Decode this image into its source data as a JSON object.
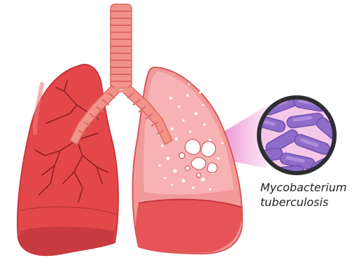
{
  "illustration": {
    "subject": "lungs-with-tuberculosis",
    "label_line1": "Mycobacterium",
    "label_line2": "tuberculosis",
    "colors": {
      "lung_main": "#e4474a",
      "lung_light": "#f08f8d",
      "lung_dark": "#b93136",
      "trachea": "#f2938a",
      "trachea_ring": "#d9685e",
      "infected_lung": "#f6a7a8",
      "callout": "#e58ad0",
      "bacteria": "#8f6cc9",
      "bacteria_light": "#b99be4",
      "magnifier_bg": "#f5c7e7",
      "magnifier_ring": "#2d2d33"
    }
  }
}
